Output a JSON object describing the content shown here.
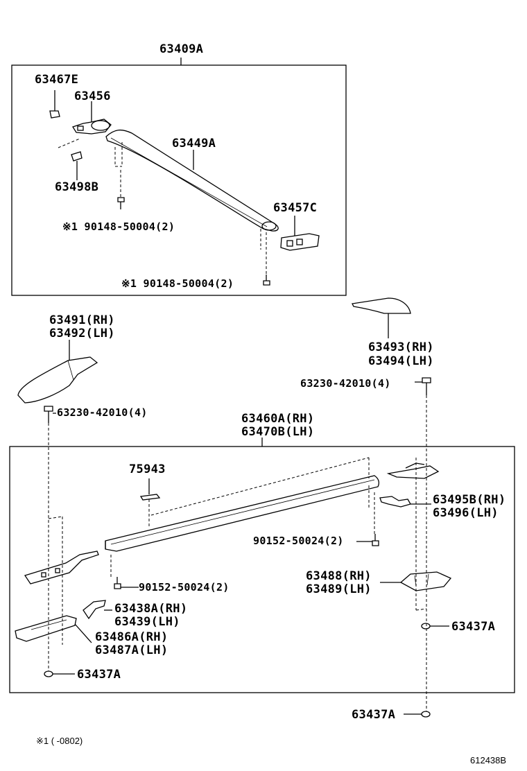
{
  "labels": {
    "assy_top": "63409A",
    "p63467E": "63467E",
    "p63456": "63456",
    "p63449A": "63449A",
    "p63498B": "63498B",
    "p63457C": "63457C",
    "bolt_a": "※1 90148-50004(2)",
    "bolt_b": "※1 90148-50004(2)",
    "p63491": "63491(RH)",
    "p63492": "63492(LH)",
    "p63493": "63493(RH)",
    "p63494": "63494(LH)",
    "screw_r": "63230-42010(4)",
    "screw_l": "63230-42010(4)",
    "p63460A": "63460A(RH)",
    "p63470B": "63470B(LH)",
    "p75943": "75943",
    "p63495B": "63495B(RH)",
    "p63496": "63496(LH)",
    "bolt_c": "90152-50024(2)",
    "bolt_d": "90152-50024(2)",
    "p63488": "63488(RH)",
    "p63489": "63489(LH)",
    "p63438A": "63438A(RH)",
    "p63439": "63439(LH)",
    "p63486A": "63486A(RH)",
    "p63487A": "63487A(LH)",
    "p63437A_r_in": "63437A",
    "p63437A_l_in": "63437A",
    "p63437A_r_out": "63437A"
  },
  "footnote": "※1 (    -0802)",
  "diagram_id": "612438B"
}
